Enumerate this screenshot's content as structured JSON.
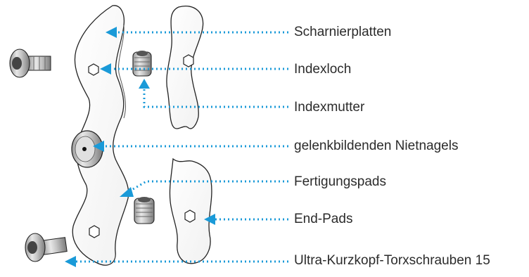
{
  "diagram": {
    "accent_color": "#1a9ad8",
    "part_outline_color": "#222222",
    "labels": [
      "Scharnierplatten",
      "Indexloch",
      "Indexmutter",
      "gelenkbildenden Nietnagels",
      "Fertigungspads",
      "End-Pads",
      "Ultra-Kurzkopf-Torxschrauben 15"
    ]
  }
}
